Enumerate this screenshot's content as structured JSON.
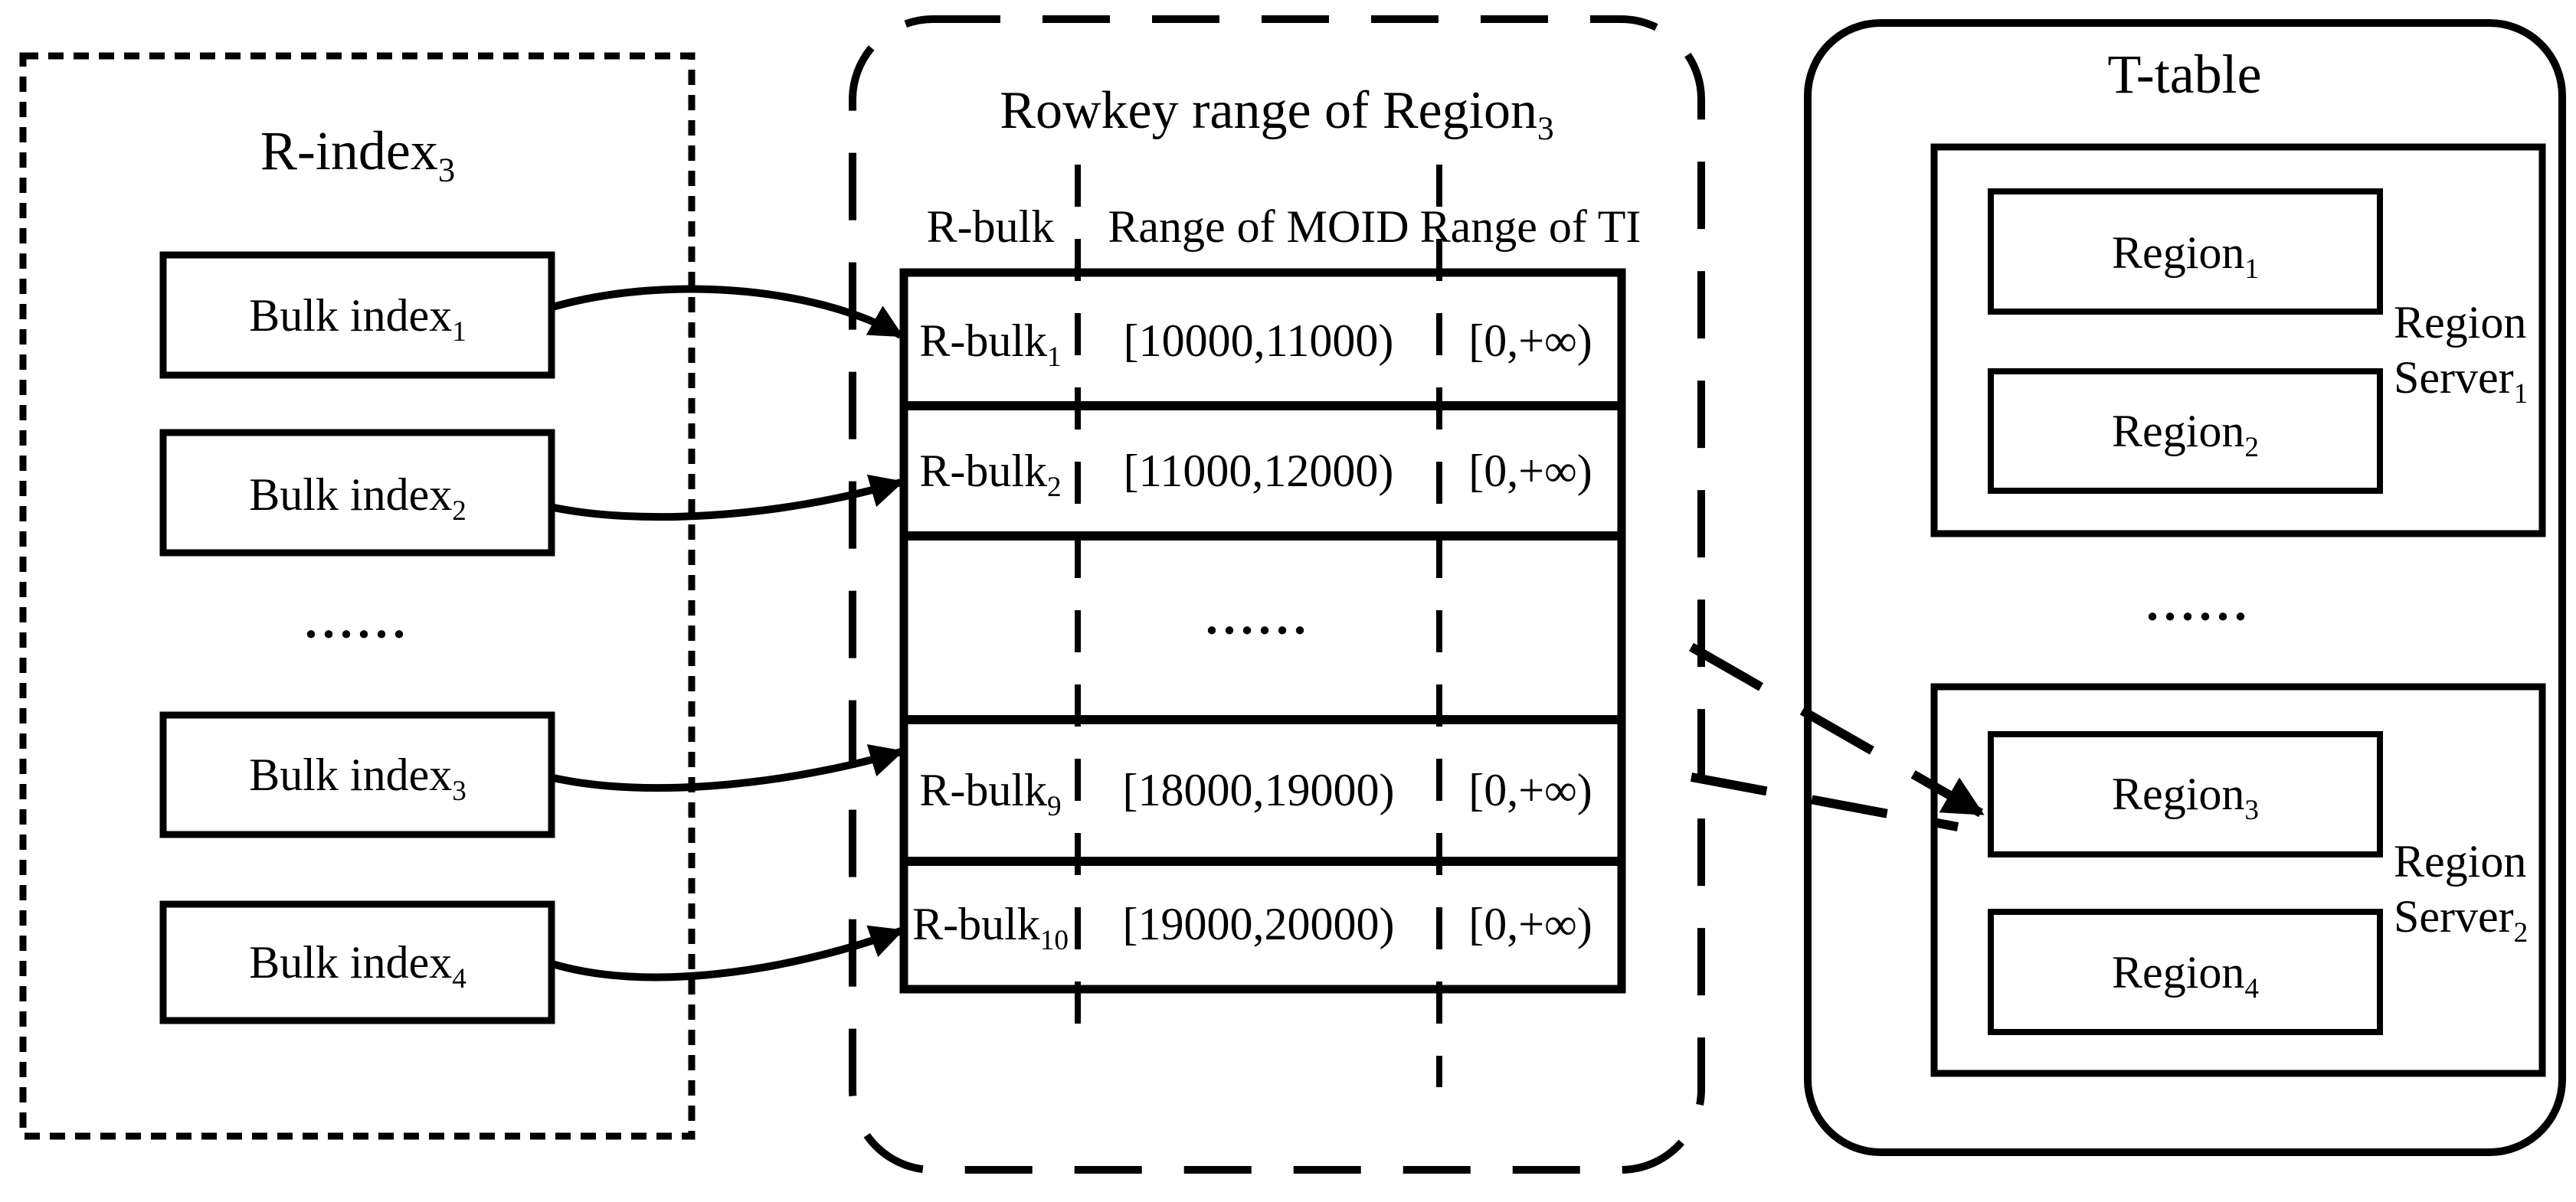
{
  "left_panel": {
    "title": {
      "text": "R-index",
      "sub": "3"
    },
    "items": [
      {
        "text": "Bulk index",
        "sub": "1"
      },
      {
        "text": "Bulk index",
        "sub": "2"
      },
      {
        "text": "Bulk index",
        "sub": "3"
      },
      {
        "text": "Bulk index",
        "sub": "4"
      }
    ],
    "ellipsis": "......"
  },
  "middle_panel": {
    "title": {
      "text": "Rowkey range of Region",
      "sub": "3"
    },
    "columns": [
      "R-bulk",
      "Range of MOID",
      "Range of TI"
    ],
    "rows": [
      {
        "rbulk": {
          "text": "R-bulk",
          "sub": "1"
        },
        "moid": "[10000,11000)",
        "ti": "[0,+∞)"
      },
      {
        "rbulk": {
          "text": "R-bulk",
          "sub": "2"
        },
        "moid": "[11000,12000)",
        "ti": "[0,+∞)"
      },
      {
        "ellipsis": "......"
      },
      {
        "rbulk": {
          "text": "R-bulk",
          "sub": "9"
        },
        "moid": "[18000,19000)",
        "ti": "[0,+∞)"
      },
      {
        "rbulk": {
          "text": "R-bulk",
          "sub": "10"
        },
        "moid": "[19000,20000)",
        "ti": "[0,+∞)"
      }
    ]
  },
  "right_panel": {
    "title": "T-table",
    "ellipsis": "......",
    "servers": [
      {
        "label": {
          "line1": "Region",
          "line2": "Server",
          "sub": "1"
        },
        "regions": [
          {
            "text": "Region",
            "sub": "1"
          },
          {
            "text": "Region",
            "sub": "2"
          }
        ]
      },
      {
        "label": {
          "line1": "Region",
          "line2": "Server",
          "sub": "2"
        },
        "regions": [
          {
            "text": "Region",
            "sub": "3"
          },
          {
            "text": "Region",
            "sub": "4"
          }
        ]
      }
    ]
  },
  "colors": {
    "ink": "#000000",
    "background": "#ffffff"
  }
}
